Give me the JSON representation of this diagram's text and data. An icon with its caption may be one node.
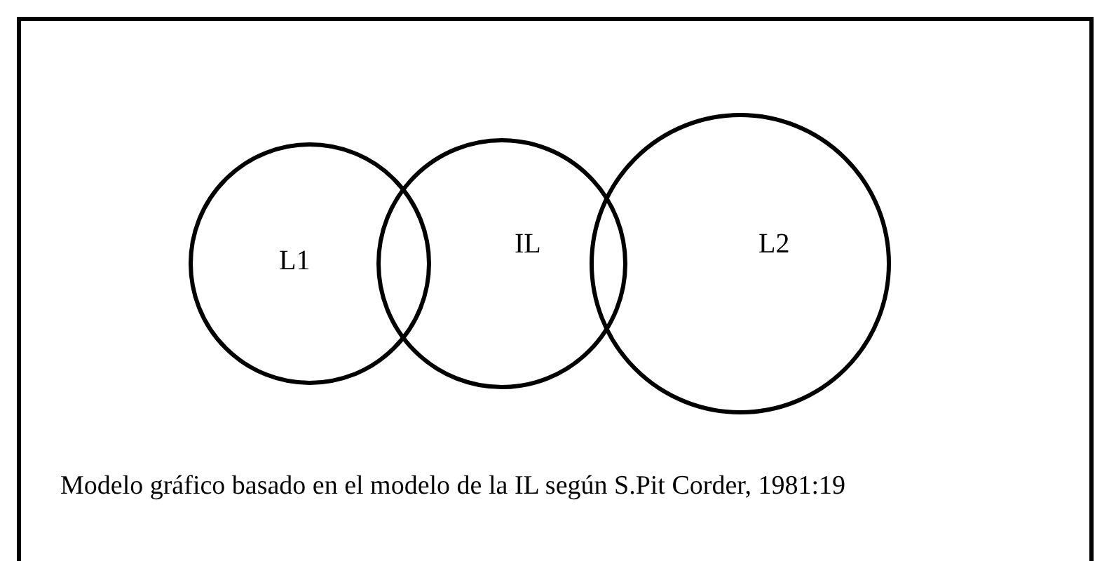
{
  "diagram": {
    "caption": "Modelo gráfico basado en el modelo de la IL según S.Pit Corder, 1981:19",
    "nodes": [
      {
        "text": [
          "L1"
        ]
      },
      {
        "text": [
          "IL"
        ]
      },
      {
        "text": [
          "L2"
        ]
      }
    ]
  }
}
